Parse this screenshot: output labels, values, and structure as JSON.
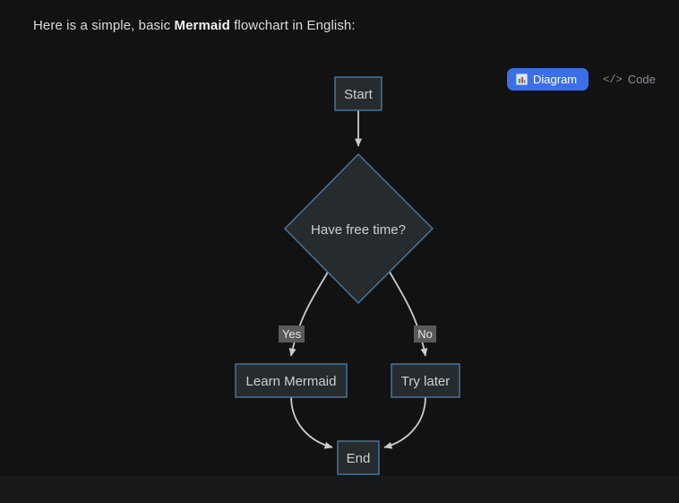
{
  "page": {
    "background_color": "#121212",
    "intro_prefix": "Here is a simple, basic ",
    "intro_strong": "Mermaid",
    "intro_suffix": " flowchart in English:"
  },
  "view_toggle": {
    "diagram_label": "Diagram",
    "diagram_icon": "bar-chart-icon",
    "code_label": "Code",
    "code_glyph": "</>",
    "active": "Diagram",
    "active_color": "#3b6fe8",
    "inactive_color": "#8b8f94"
  },
  "diagram": {
    "type": "flowchart",
    "direction": "TD",
    "node_fill": "#262b2e",
    "node_stroke": "#4a7aa0",
    "node_text_color": "#cfcfcf",
    "edge_color": "#cccccc",
    "edge_label_bg": "#5a5a5a",
    "nodes": [
      {
        "id": "start",
        "label": "Start",
        "shape": "rect"
      },
      {
        "id": "decision",
        "label": "Have free time?",
        "shape": "diamond"
      },
      {
        "id": "learn",
        "label": "Learn Mermaid",
        "shape": "rect"
      },
      {
        "id": "later",
        "label": "Try later",
        "shape": "rect"
      },
      {
        "id": "end",
        "label": "End",
        "shape": "rect"
      }
    ],
    "edges": [
      {
        "from": "start",
        "to": "decision",
        "label": ""
      },
      {
        "from": "decision",
        "to": "learn",
        "label": "Yes"
      },
      {
        "from": "decision",
        "to": "later",
        "label": "No"
      },
      {
        "from": "learn",
        "to": "end",
        "label": ""
      },
      {
        "from": "later",
        "to": "end",
        "label": ""
      }
    ]
  }
}
